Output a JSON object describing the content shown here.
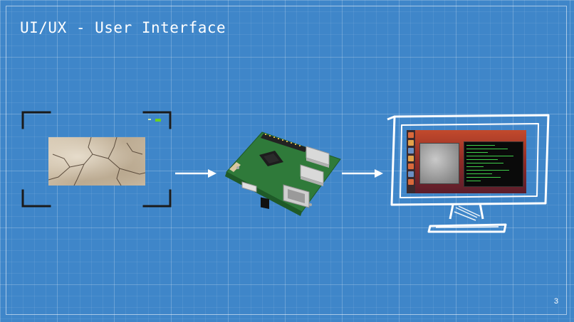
{
  "slide": {
    "title": "UI/UX - User Interface",
    "page_number": "3"
  },
  "pipeline": [
    {
      "id": "camera",
      "icon": "camera-viewfinder-icon"
    },
    {
      "id": "raspberry-pi",
      "icon": "raspberry-pi-board-icon"
    },
    {
      "id": "monitor",
      "icon": "monitor-icon"
    }
  ],
  "colors": {
    "background": "#3f86c9",
    "grid": "#ffffff",
    "stroke": "#ffffff",
    "viewfinder": "#1a1a1a",
    "record_led": "#6cd11e",
    "board": "#2f7a3a"
  }
}
